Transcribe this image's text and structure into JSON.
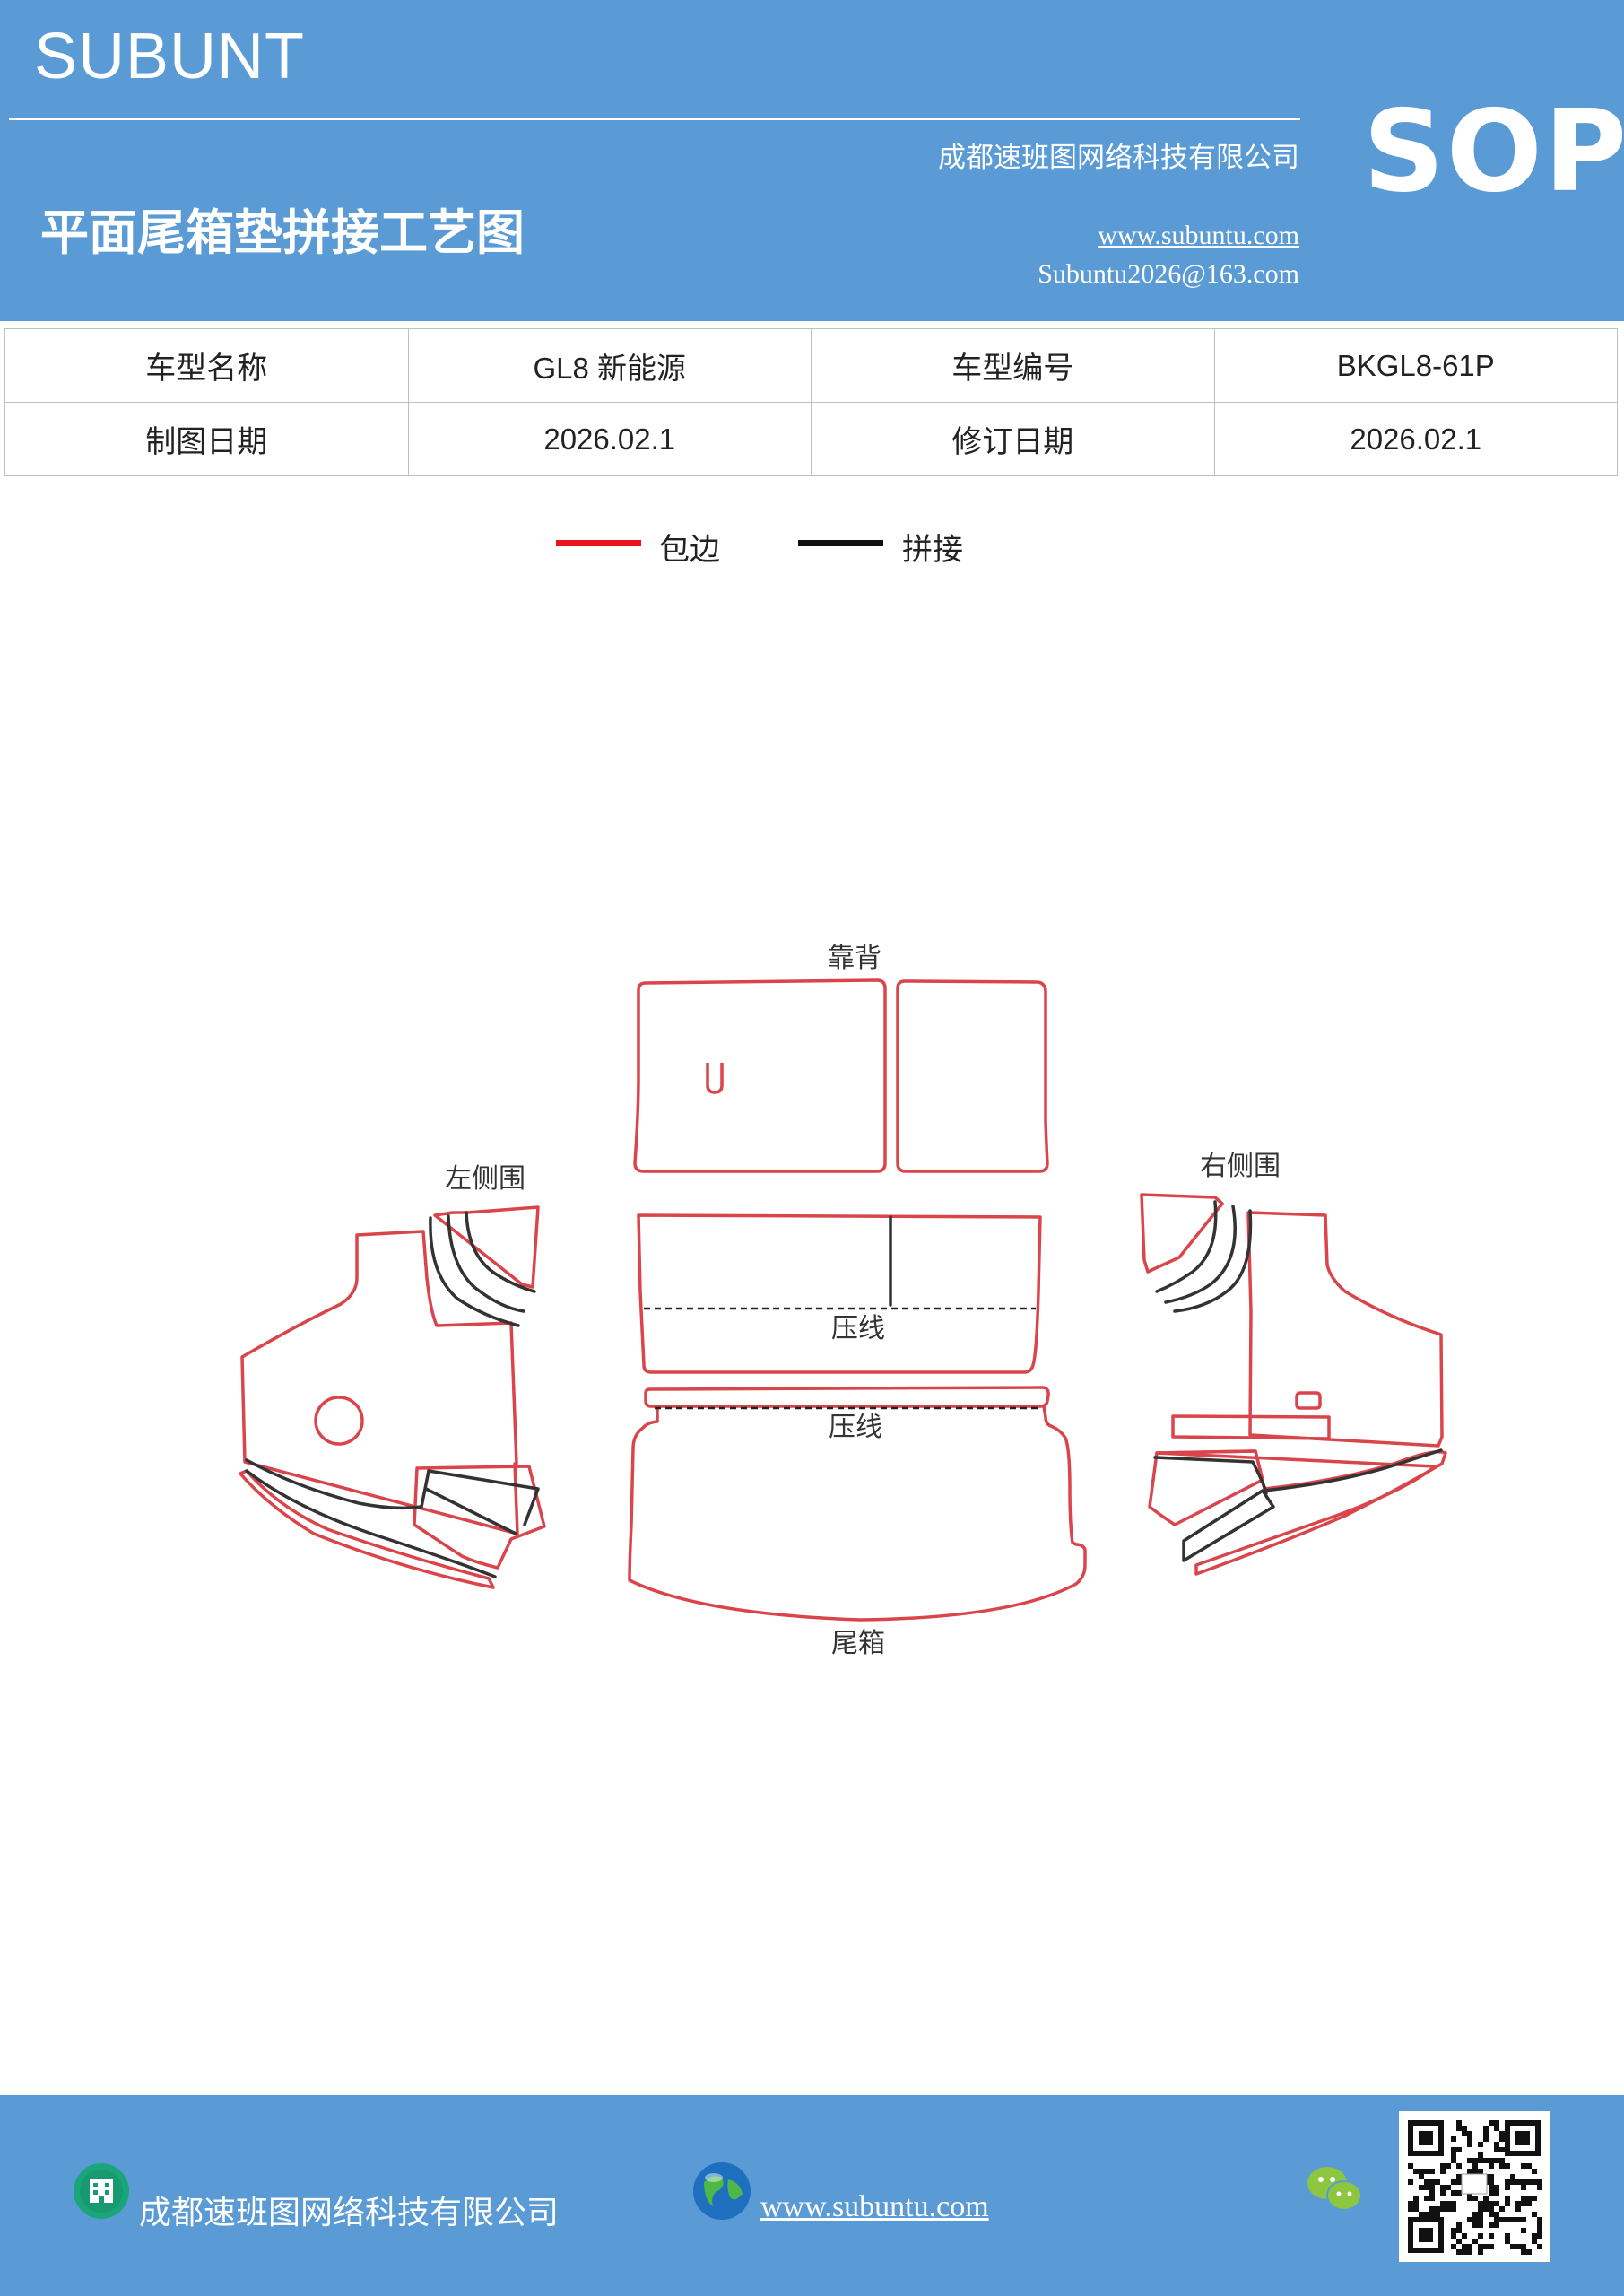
{
  "header": {
    "brand": "SUBUNT",
    "company": "成都速班图网络科技有限公司",
    "title": "平面尾箱垫拼接工艺图",
    "website": "www.subuntu.com",
    "email": "Subuntu2026@163.com",
    "badge": "SOP"
  },
  "info_table": {
    "rows": [
      [
        "车型名称",
        "GL8 新能源",
        "车型编号",
        "BKGL8-61P"
      ],
      [
        "制图日期",
        "2026.02.1",
        "修订日期",
        "2026.02.1"
      ]
    ]
  },
  "legend": {
    "items": [
      {
        "label": "包边",
        "color": "#e8141e"
      },
      {
        "label": "拼接",
        "color": "#111111"
      }
    ]
  },
  "diagram": {
    "labels": {
      "backrest": "靠背",
      "left_side": "左侧围",
      "right_side": "右侧围",
      "crease_1": "压线",
      "crease_2": "压线",
      "trunk": "尾箱"
    },
    "colors": {
      "edge": "#d9454b",
      "seam": "#333333"
    }
  },
  "footer": {
    "company": "成都速班图网络科技有限公司",
    "website": "www.subuntu.com",
    "icons": [
      "building-icon",
      "globe-icon",
      "wechat-icon",
      "qr-code"
    ]
  }
}
